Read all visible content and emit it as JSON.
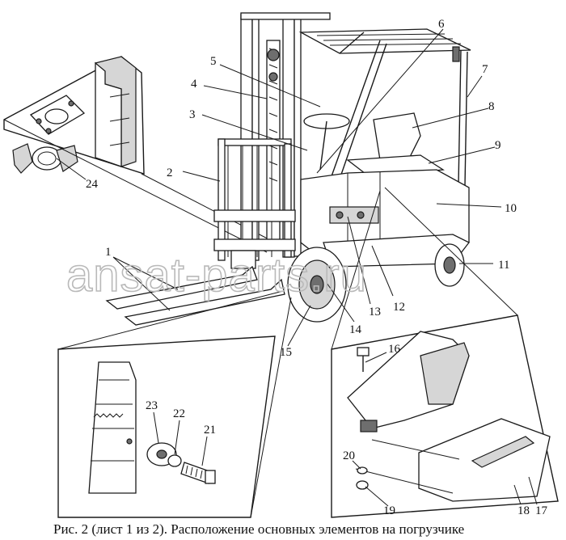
{
  "figure": {
    "caption": "Рис. 2 (лист 1 из 2). Расположение основных элементов на погрузчике",
    "watermark": "ansat-parts.ru"
  },
  "labels": [
    {
      "id": "1",
      "text": "1"
    },
    {
      "id": "2",
      "text": "2"
    },
    {
      "id": "3",
      "text": "3"
    },
    {
      "id": "4",
      "text": "4"
    },
    {
      "id": "5",
      "text": "5"
    },
    {
      "id": "6",
      "text": "6"
    },
    {
      "id": "7",
      "text": "7"
    },
    {
      "id": "8",
      "text": "8"
    },
    {
      "id": "9",
      "text": "9"
    },
    {
      "id": "10",
      "text": "10"
    },
    {
      "id": "11",
      "text": "11"
    },
    {
      "id": "12",
      "text": "12"
    },
    {
      "id": "13",
      "text": "13"
    },
    {
      "id": "14",
      "text": "14"
    },
    {
      "id": "15",
      "text": "15"
    },
    {
      "id": "16",
      "text": "16"
    },
    {
      "id": "17",
      "text": "17"
    },
    {
      "id": "18",
      "text": "18"
    },
    {
      "id": "19",
      "text": "19"
    },
    {
      "id": "20",
      "text": "20"
    },
    {
      "id": "21",
      "text": "21"
    },
    {
      "id": "22",
      "text": "22"
    },
    {
      "id": "23",
      "text": "23"
    },
    {
      "id": "24",
      "text": "24"
    }
  ]
}
